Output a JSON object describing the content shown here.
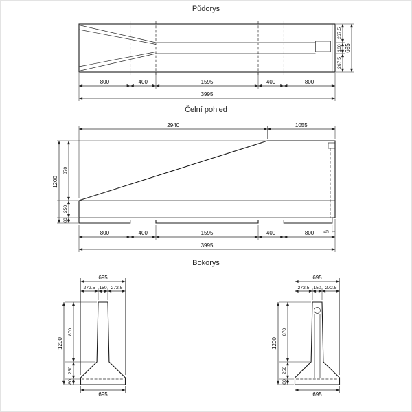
{
  "titles": {
    "plan": "Půdorys",
    "front": "Čelní pohled",
    "side": "Bokorys"
  },
  "dims": {
    "plan": {
      "segments": [
        "800",
        "400",
        "1595",
        "400",
        "800"
      ],
      "total": "3995",
      "right_segments": [
        "267.5",
        "160",
        "267.5"
      ],
      "right_total": "695"
    },
    "front": {
      "top_segments": [
        "2940",
        "1055"
      ],
      "left_segments": [
        "870",
        "250",
        "80"
      ],
      "left_total": "1200",
      "bottom_segments": [
        "800",
        "400",
        "1595",
        "400",
        "800"
      ],
      "bottom_total": "3995",
      "step": "45"
    },
    "side": {
      "top_total": "695",
      "top_segments": [
        "272.5",
        "150",
        "272.5"
      ],
      "left_segments": [
        "870",
        "250",
        "80"
      ],
      "left_total": "1200",
      "bottom_total": "695"
    }
  }
}
